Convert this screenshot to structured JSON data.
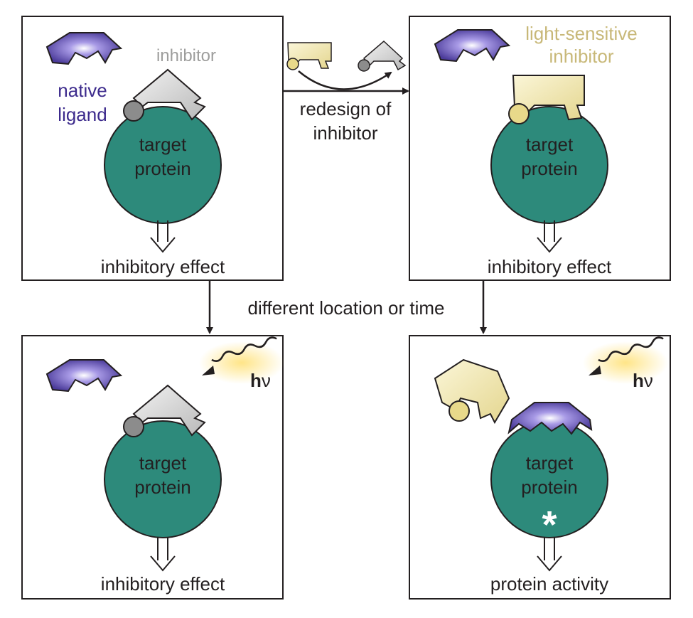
{
  "labels": {
    "inhibitor": "inhibitor",
    "native_ligand_line1": "native",
    "native_ligand_line2": "ligand",
    "light_sensitive_line1": "light-sensitive",
    "light_sensitive_line2": "inhibitor",
    "redesign_line1": "redesign of",
    "redesign_line2": "inhibitor",
    "different_location": "different location or time",
    "target_line1": "target",
    "target_line2": "protein",
    "inhibitory_effect": "inhibitory effect",
    "protein_activity": "protein activity",
    "hv_h": "h",
    "hv_v": "ν",
    "asterisk": "*"
  },
  "colors": {
    "protein": "#2d8a7b",
    "ligand": "#4b3b9a",
    "ligand_highlight": "#e6e2ff",
    "inhibitor": "#c8c8c8",
    "light_inhibitor": "#ece3a5",
    "light_inhibitor_text": "#c8b878",
    "native_text": "#3c2a8c",
    "glow": "#ffd54a"
  }
}
